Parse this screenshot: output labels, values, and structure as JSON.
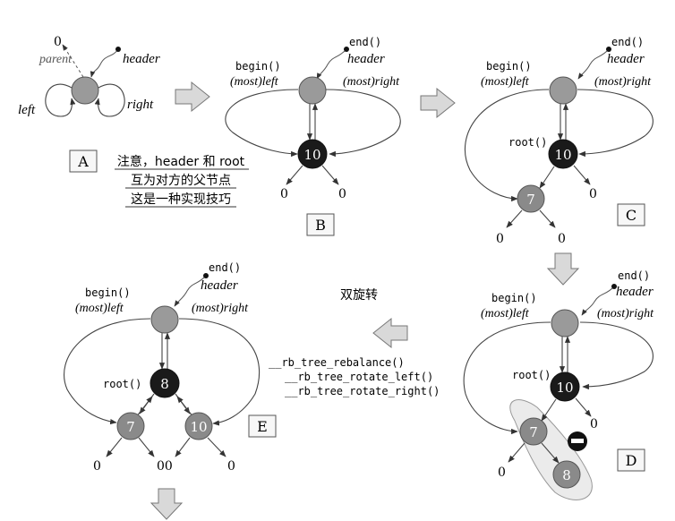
{
  "panels": {
    "A": {
      "label": "A",
      "null_value": "0",
      "parent": "parent",
      "header": "header",
      "left": "left",
      "right": "right"
    },
    "B": {
      "label": "B",
      "end": "end()",
      "header": "header",
      "begin": "begin()",
      "most_left": "(most)left",
      "most_right": "(most)right",
      "root_key": "10",
      "null_left": "0",
      "null_right": "0"
    },
    "C": {
      "label": "C",
      "end": "end()",
      "header": "header",
      "begin": "begin()",
      "most_left": "(most)left",
      "most_right": "(most)right",
      "root": "root()",
      "root_key": "10",
      "child_key": "7",
      "null_a": "0",
      "null_b": "0",
      "null_c": "0"
    },
    "D": {
      "label": "D",
      "end": "end()",
      "header": "header",
      "begin": "begin()",
      "most_left": "(most)left",
      "most_right": "(most)right",
      "root": "root()",
      "root_key": "10",
      "child_key": "7",
      "grandchild_key": "8",
      "null_a": "0",
      "null_b": "0"
    },
    "E": {
      "label": "E",
      "end": "end()",
      "header": "header",
      "begin": "begin()",
      "most_left": "(most)left",
      "most_right": "(most)right",
      "root": "root()",
      "root_key": "8",
      "left_key": "7",
      "right_key": "10",
      "null_a": "0",
      "null_b": "00",
      "null_c": "0"
    }
  },
  "note": {
    "line1": "注意，header 和 root",
    "line2": "互为对方的父节点",
    "line3": "这是一种实现技巧"
  },
  "rotation": {
    "title": "双旋转",
    "fn1": "__rb_tree_rebalance()",
    "fn2": "__rb_tree_rotate_left()",
    "fn3": "__rb_tree_rotate_right()"
  },
  "colors": {
    "red_node": "#8a8a8a",
    "black_node": "#1a1a1a",
    "header_node": "#9a9a9a",
    "highlight": "#ebebeb"
  }
}
